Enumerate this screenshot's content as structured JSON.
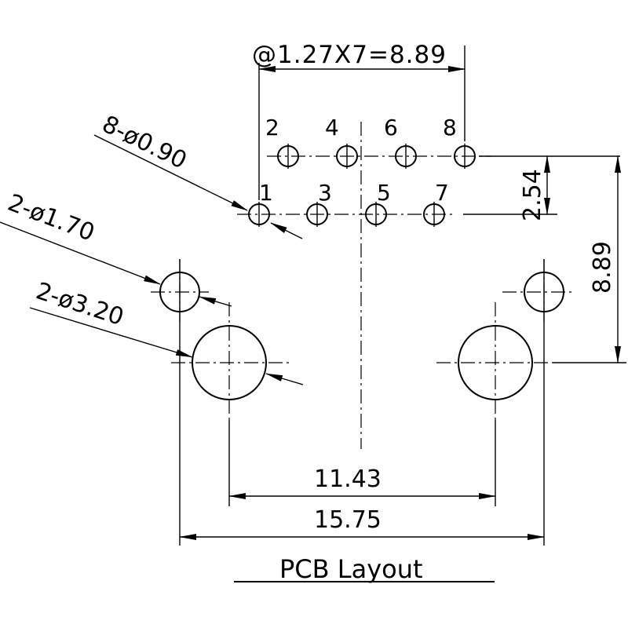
{
  "diagram": {
    "title": "PCB Layout",
    "pin_pitch_label": "@1.27X7=8.89",
    "pin_hole_label": "8-ø0.90",
    "small_hole_label": "2-ø1.70",
    "large_hole_label": "2-ø3.20",
    "row_offset_label": "2.54",
    "height_label": "8.89",
    "inner_span_label": "11.43",
    "outer_span_label": "15.75",
    "pins": [
      {
        "label": "2"
      },
      {
        "label": "4"
      },
      {
        "label": "6"
      },
      {
        "label": "8"
      },
      {
        "label": "1"
      },
      {
        "label": "3"
      },
      {
        "label": "5"
      },
      {
        "label": "7"
      }
    ]
  }
}
